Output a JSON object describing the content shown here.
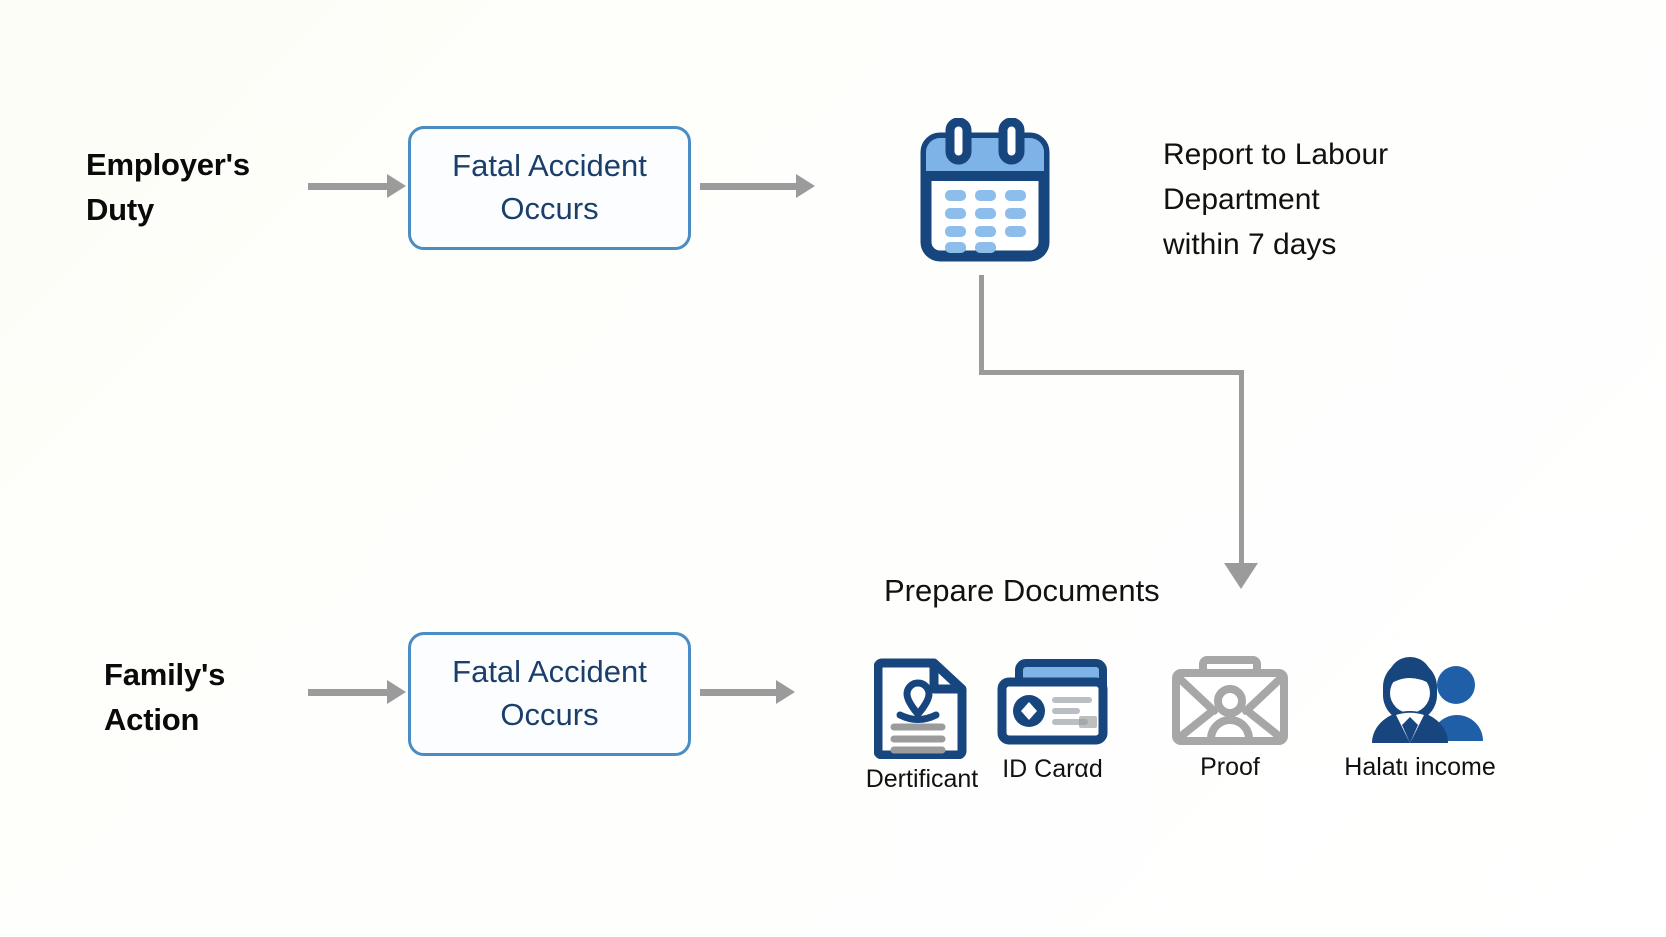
{
  "diagram": {
    "title": "Fatal accident reporting and documentation workflow",
    "background_color": "#fdfdfa",
    "accent_blue": "#4a8cc4",
    "box_text_color": "#1b3f6b",
    "icon_dark_blue": "#17457e",
    "icon_light_blue": "#7eb3e8",
    "arrow_gray": "#9b9b9b"
  },
  "rows": [
    {
      "label": "Employer's\nDuty",
      "box_text": "Fatal Accident\nOccurs"
    },
    {
      "label": "Family's\nAction",
      "box_text": "Fatal Accident\nOccurs"
    }
  ],
  "report": {
    "icon": "calendar-icon",
    "text": "Report to Labour\nDepartment\nwithin 7 days"
  },
  "documents": {
    "section_label": "Prepare Documents",
    "items": [
      {
        "icon": "certificate-document-icon",
        "caption": "Dertificant"
      },
      {
        "icon": "id-card-icon",
        "caption": "ID Carαd"
      },
      {
        "icon": "envelope-person-icon",
        "caption": "Proof"
      },
      {
        "icon": "people-business-icon",
        "caption": "Halatι income"
      }
    ]
  },
  "connectors": {
    "employer_to_box": "arrow-right",
    "box_to_calendar": "arrow-right",
    "family_to_box": "arrow-right",
    "box_to_documents": "arrow-right",
    "calendar_to_documents": "elbow-down-right-down-arrow"
  }
}
